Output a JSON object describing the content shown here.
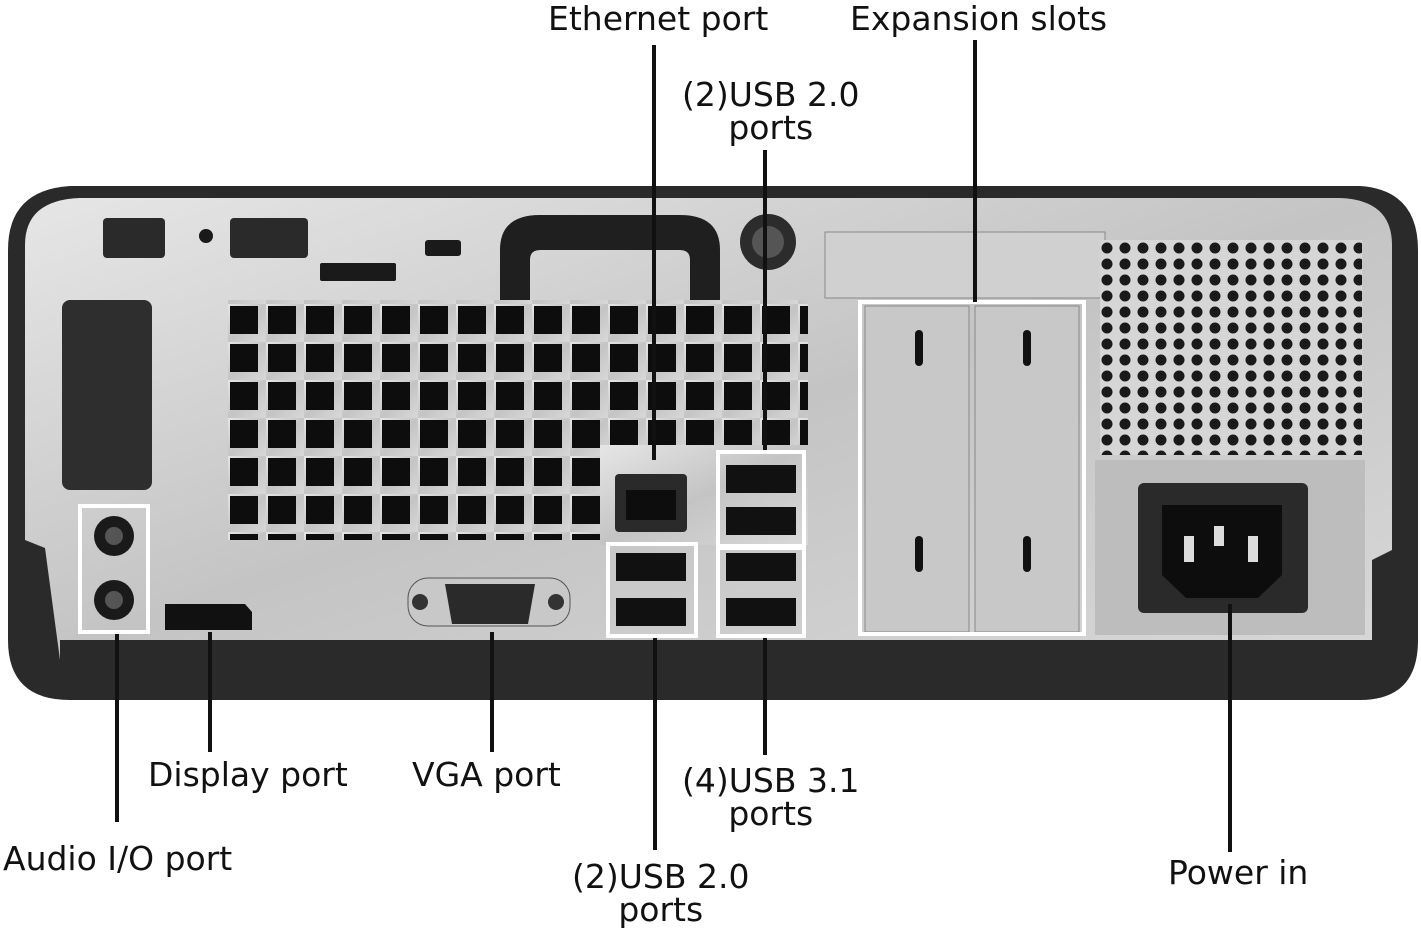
{
  "labels": {
    "ethernet": "Ethernet port",
    "expansion": "Expansion slots",
    "usb2_top": [
      "(2)USB 2.0",
      "ports"
    ],
    "display": "Display port",
    "vga": "VGA port",
    "usb31": [
      "(4)USB 3.1",
      "ports"
    ],
    "audio": "Audio I/O port",
    "usb2_bottom": [
      "(2)USB 2.0",
      "ports"
    ],
    "power": "Power in"
  },
  "colors": {
    "chassis": "#2b2b2b",
    "panel": "#c9c9c9",
    "panel_light": "#e2e2e2",
    "port": "#1a1a1a",
    "highlight": "#ffffff",
    "leader": "#111111"
  }
}
